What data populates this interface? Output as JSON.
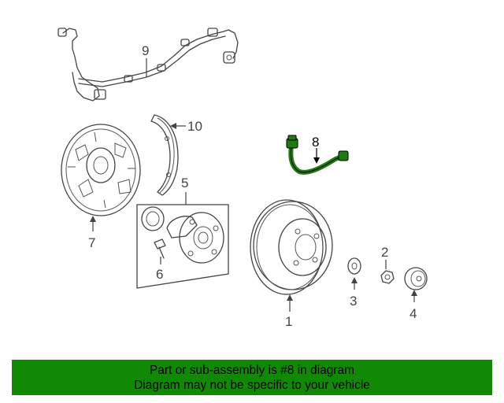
{
  "banner": {
    "line1": "Part or sub-assembly is #8 in diagram",
    "line2": "Diagram may not be specific to your vehicle",
    "background": "#118a03"
  },
  "highlight_color": "#1f7a10",
  "callouts": {
    "c1": "1",
    "c2": "2",
    "c3": "3",
    "c4": "4",
    "c5": "5",
    "c6": "6",
    "c7": "7",
    "c8": "8",
    "c9": "9",
    "c10": "10"
  }
}
